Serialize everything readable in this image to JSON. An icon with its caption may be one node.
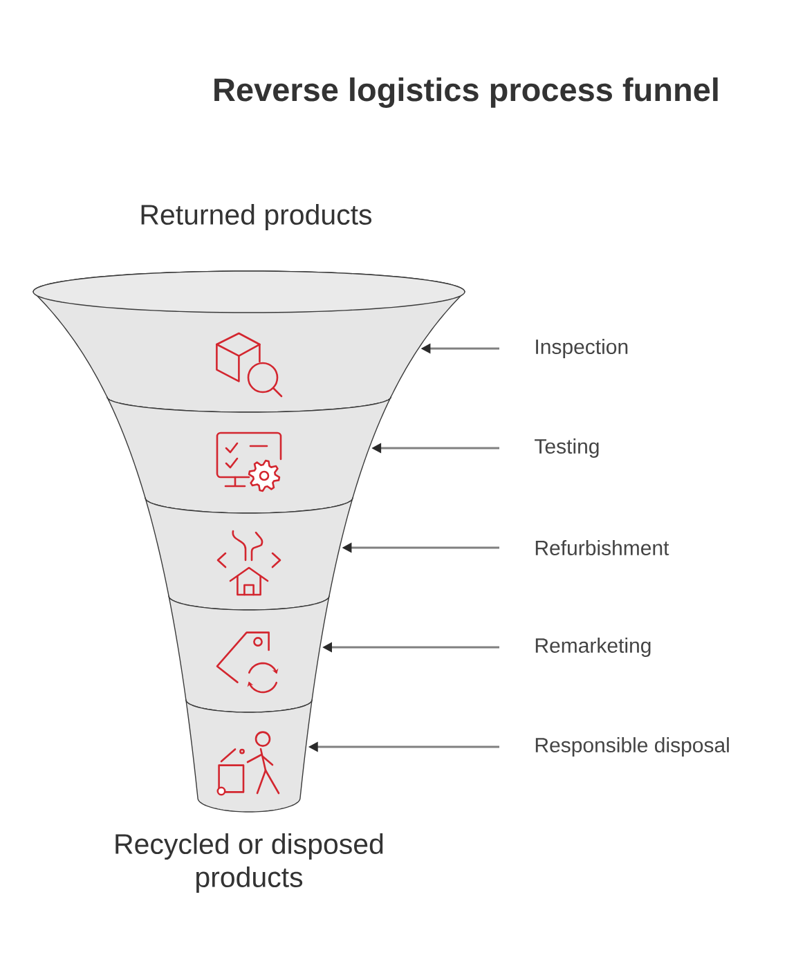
{
  "diagram": {
    "title": "Reverse logistics process funnel",
    "nodes": [
      {
        "text": [],
        "shape": "band"
      },
      {
        "text": [],
        "shape": "band"
      },
      {
        "text": [],
        "shape": "band"
      },
      {
        "text": [],
        "shape": "band"
      },
      {
        "text": [],
        "shape": "band"
      },
      {
        "text": [
          "Inspection"
        ]
      },
      {
        "text": [
          "Testing"
        ]
      },
      {
        "text": [
          "Refurbishment"
        ]
      },
      {
        "text": [
          "Remarketing"
        ]
      },
      {
        "text": [
          "Responsible disposal"
        ]
      }
    ],
    "edges": [
      {
        "from": 5,
        "to": 0,
        "arrow": "to"
      },
      {
        "from": 6,
        "to": 1,
        "arrow": "to"
      },
      {
        "from": 7,
        "to": 2,
        "arrow": "to"
      },
      {
        "from": 8,
        "to": 3,
        "arrow": "to"
      },
      {
        "from": 9,
        "to": 4,
        "arrow": "to"
      }
    ],
    "labels": [
      "Returned products",
      "Recycled or disposed products"
    ]
  }
}
